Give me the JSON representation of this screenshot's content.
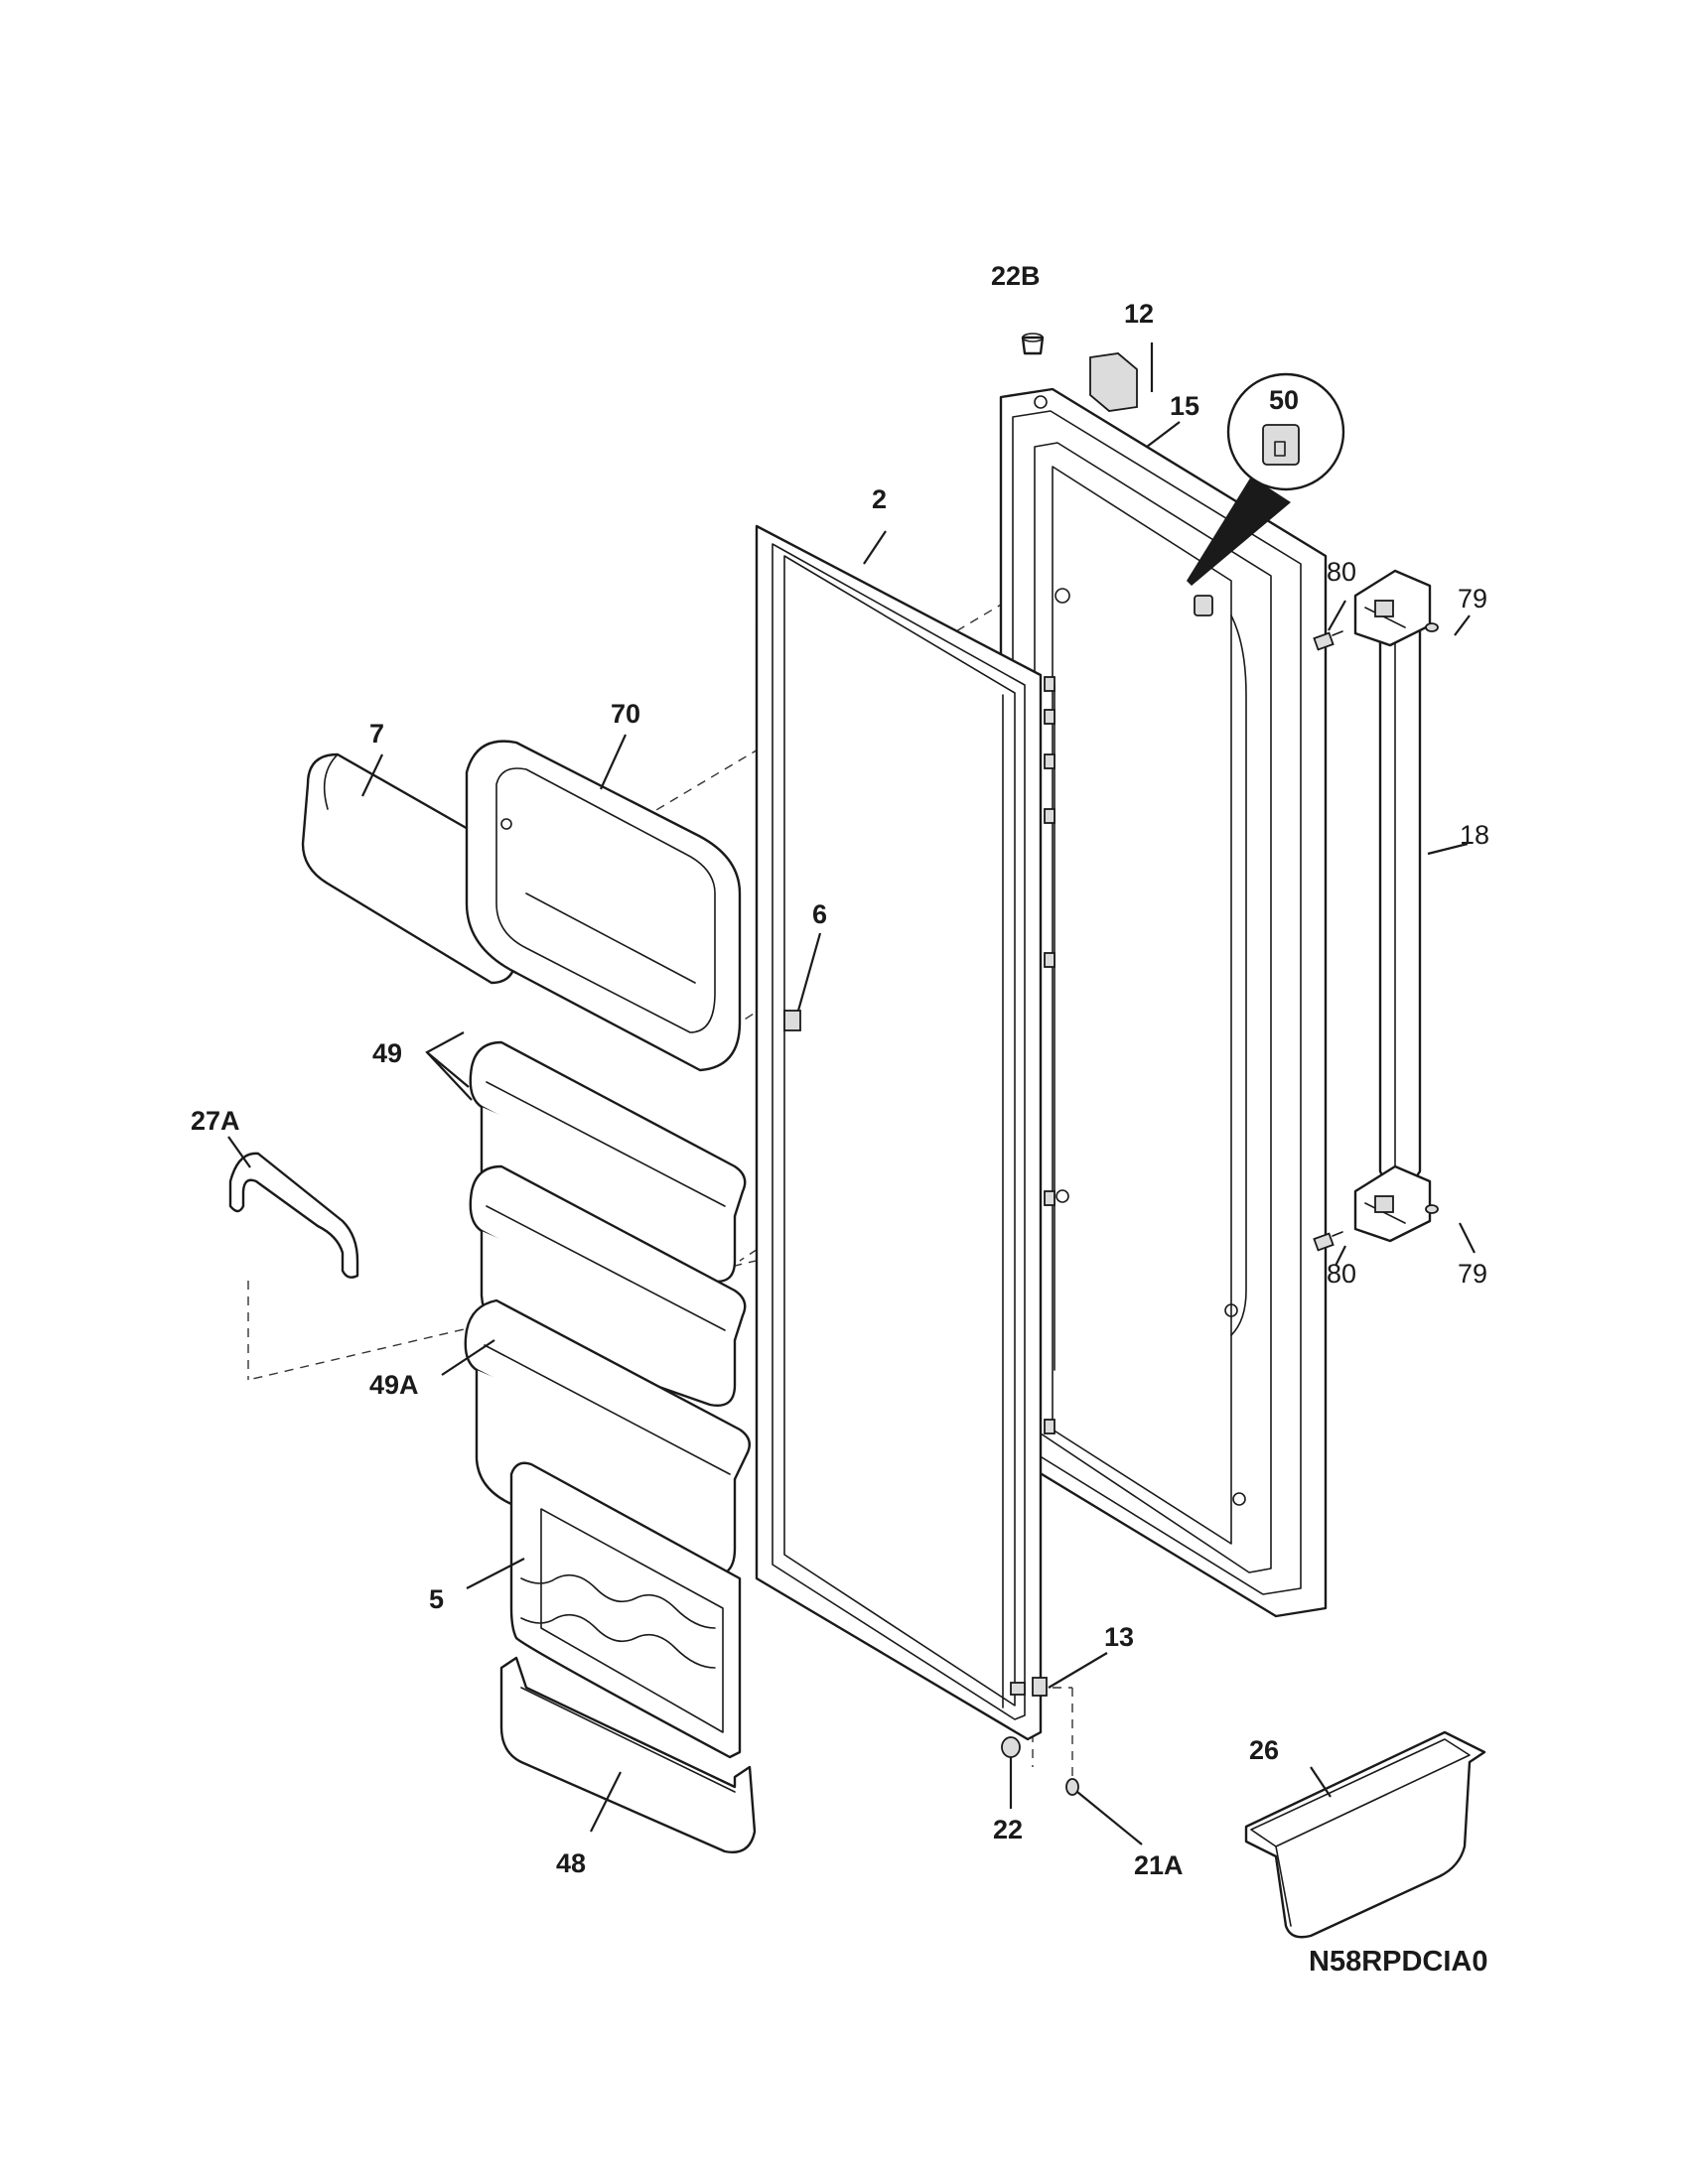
{
  "diagram": {
    "model_code": "N58RPDCIA0",
    "callouts": {
      "c22b": "22B",
      "c12": "12",
      "c15": "15",
      "c50": "50",
      "c2": "2",
      "c80_top": "80",
      "c79_top": "79",
      "c7": "7",
      "c70": "70",
      "c18": "18",
      "c6": "6",
      "c49": "49",
      "c27a": "27A",
      "c80_bottom": "80",
      "c79_bottom": "79",
      "c49a": "49A",
      "c5": "5",
      "c13": "13",
      "c26": "26",
      "c22": "22",
      "c21a": "21A",
      "c48": "48"
    }
  }
}
